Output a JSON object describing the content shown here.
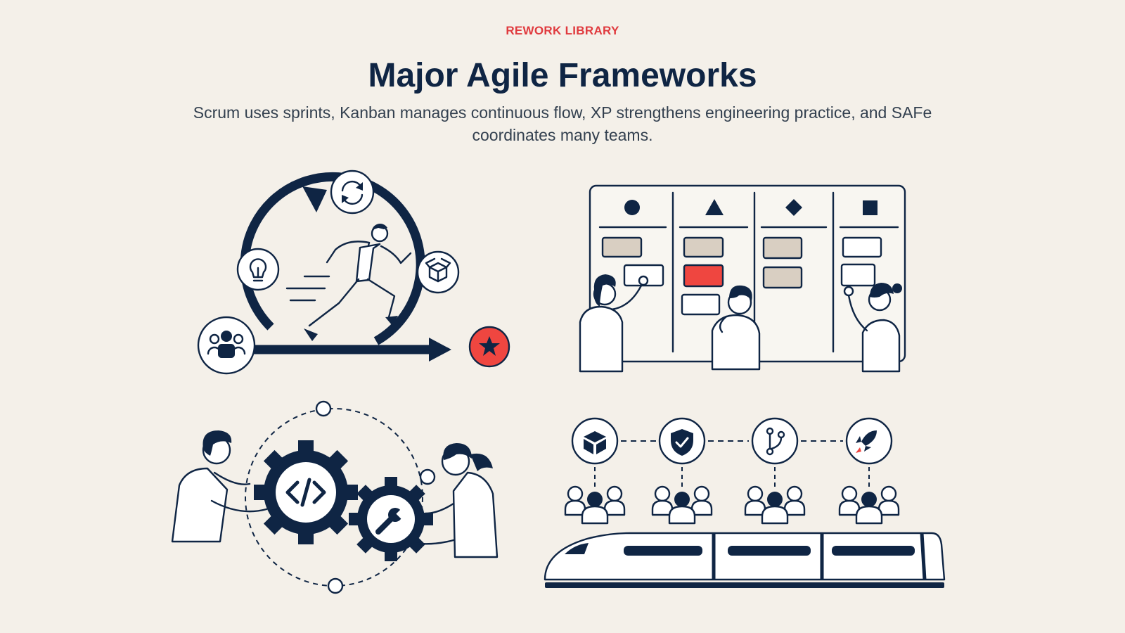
{
  "header": {
    "eyebrow": "REWORK LIBRARY",
    "title": "Major Agile Frameworks",
    "subtitle": "Scrum uses sprints, Kanban manages continuous flow, XP strengthens engineering practice, and SAFe coordinates many teams."
  },
  "colors": {
    "background": "#f4f0e9",
    "ink": "#0f2544",
    "accent_red": "#ef4640",
    "card_beige": "#d9cfc2"
  },
  "illustrations": [
    {
      "key": "scrum",
      "icons": [
        "team-icon",
        "lightbulb-icon",
        "refresh-icon",
        "open-box-icon",
        "star-icon",
        "running-person"
      ]
    },
    {
      "key": "kanban",
      "icons": [
        "circle-icon",
        "triangle-icon",
        "diamond-icon",
        "square-icon",
        "kanban-card",
        "person"
      ]
    },
    {
      "key": "xp",
      "icons": [
        "code-gear-icon",
        "wrench-gear-icon",
        "person"
      ]
    },
    {
      "key": "safe",
      "icons": [
        "cube-icon",
        "shield-check-icon",
        "git-branch-icon",
        "rocket-icon",
        "team-icon",
        "train"
      ]
    }
  ]
}
